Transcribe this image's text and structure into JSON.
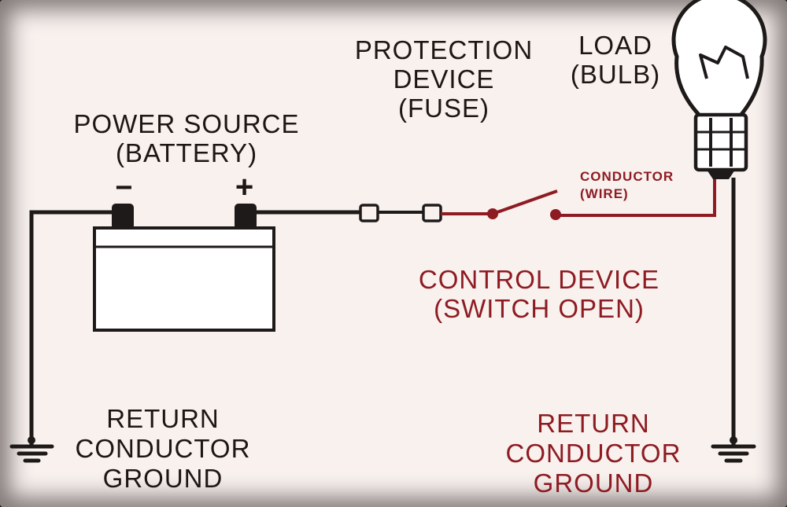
{
  "labels": {
    "power_source": [
      "POWER SOURCE",
      "(BATTERY)"
    ],
    "protection_device": [
      "PROTECTION",
      "DEVICE",
      "(FUSE)"
    ],
    "load": [
      "LOAD",
      "(BULB)"
    ],
    "conductor": [
      "CONDUCTOR",
      "(WIRE)"
    ],
    "control_device": [
      "CONTROL DEVICE",
      "(SWITCH OPEN)"
    ],
    "return_left": [
      "RETURN",
      "CONDUCTOR",
      "GROUND"
    ],
    "return_right": [
      "RETURN",
      "CONDUCTOR",
      "GROUND"
    ]
  },
  "symbols": {
    "negative": "−",
    "positive": "+"
  },
  "colors": {
    "dark_text": "#1d1612",
    "red_text": "#8e1b22",
    "wire_dark": "#1e1a1a",
    "wire_red": "#8e1b22",
    "background": "#f8f1ee"
  }
}
